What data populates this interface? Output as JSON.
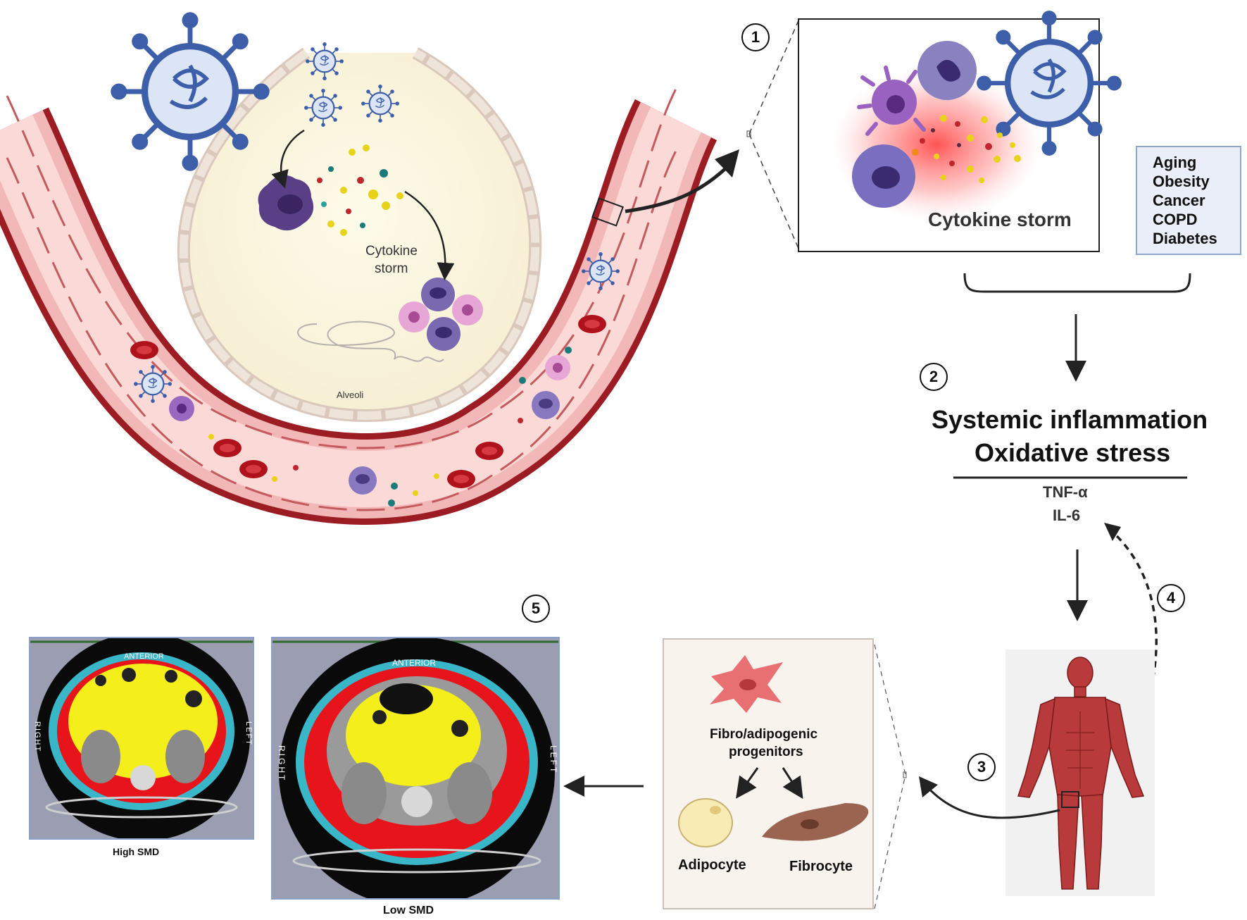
{
  "lung_labels": {
    "cytokine_storm_line1": "Cytokine",
    "cytokine_storm_line2": "storm",
    "alveoli": "Alveoli"
  },
  "step_numbers": [
    "1",
    "2",
    "3",
    "4",
    "5"
  ],
  "inset_label": "Cytokine storm",
  "risk_factors": [
    "Aging",
    "Obesity",
    "Cancer",
    "COPD",
    "Diabetes"
  ],
  "systemic": {
    "line1": "Systemic inflammation",
    "line2": "Oxidative stress",
    "markers": [
      "TNF-α",
      "IL-6"
    ]
  },
  "muscle_panel": {
    "progenitor_line1": "Fibro/adipogenic",
    "progenitor_line2": "progenitors",
    "adipocyte": "Adipocyte",
    "fibrocyte": "Fibrocyte"
  },
  "ct_panels": {
    "high": {
      "caption": "High SMD",
      "anterior": "ANTERIOR",
      "right": "RIGHT",
      "left": "LEFT"
    },
    "low": {
      "caption": "Low SMD",
      "anterior": "ANTERIOR",
      "right": "RIGHT",
      "left": "LEFT"
    }
  },
  "colors": {
    "vessel_dark": "#9b1c22",
    "vessel_light": "#f6c9c9",
    "alveolus_fill": "#fbf6e4",
    "virus_blue": "#3d5ea8",
    "ct_muscle": "#e8141b",
    "ct_fat": "#f4ee1a",
    "ct_subcut": "#39b6c8",
    "risk_box_border": "#8ea5cc"
  }
}
